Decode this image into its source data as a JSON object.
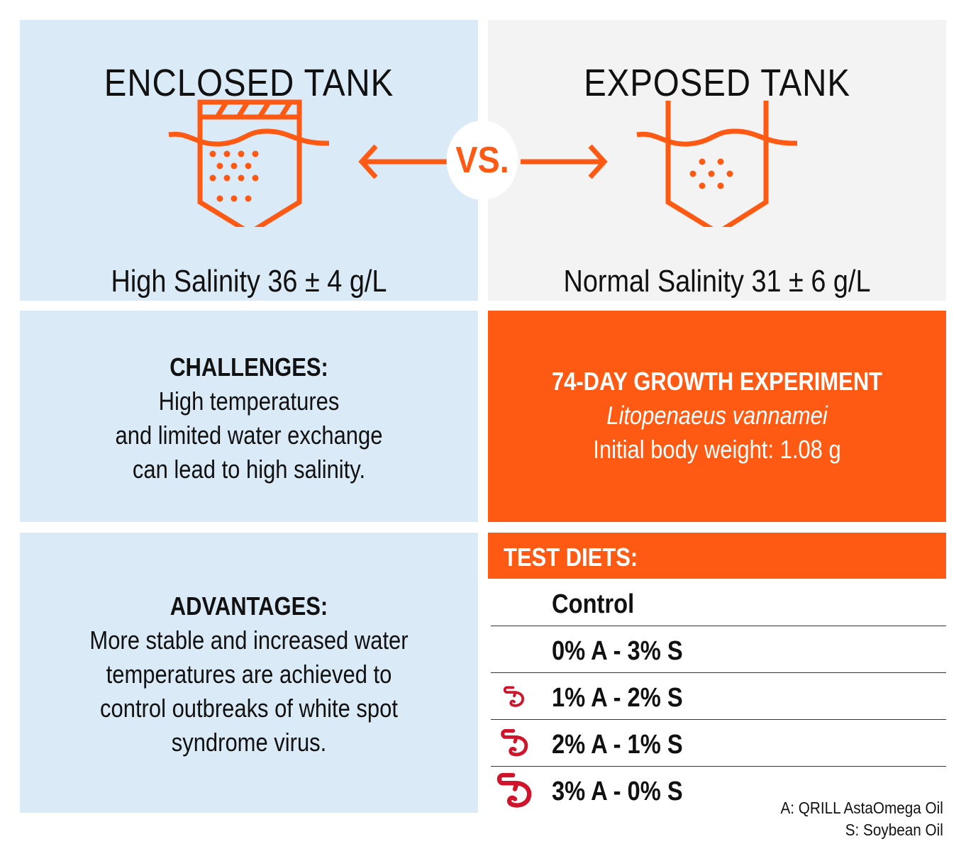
{
  "enclosed": {
    "title": "ENCLOSED TANK",
    "salinity": "High Salinity 36 ± 4 g/L"
  },
  "exposed": {
    "title": "EXPOSED TANK",
    "salinity": "Normal Salinity 31 ± 6 g/L"
  },
  "vs_label": "VS.",
  "challenges": {
    "heading": "CHALLENGES:",
    "lines": [
      "High temperatures",
      "and limited water exchange",
      "can lead to high salinity."
    ]
  },
  "experiment": {
    "heading": "74-DAY GROWTH EXPERIMENT",
    "species": "Litopenaeus vannamei",
    "weight": "Initial body weight: 1.08 g"
  },
  "advantages": {
    "heading": "ADVANTAGES:",
    "lines": [
      "More stable and increased water",
      "temperatures are achieved to",
      "control outbreaks of white spot",
      "syndrome virus."
    ]
  },
  "diets": {
    "heading": "TEST DIETS:",
    "rows": [
      "Control",
      "0% A - 3% S",
      "1% A - 2% S",
      "2% A - 1% S",
      "3% A - 0% S"
    ]
  },
  "legend": {
    "a": "A: QRILL AstaOmega Oil",
    "s": "S: Soybean Oil"
  },
  "colors": {
    "accent": "#fe5a14",
    "shrimp": "#d0142c",
    "blue_panel": "#dbeaf7",
    "gray_panel": "#f3f3f3"
  }
}
